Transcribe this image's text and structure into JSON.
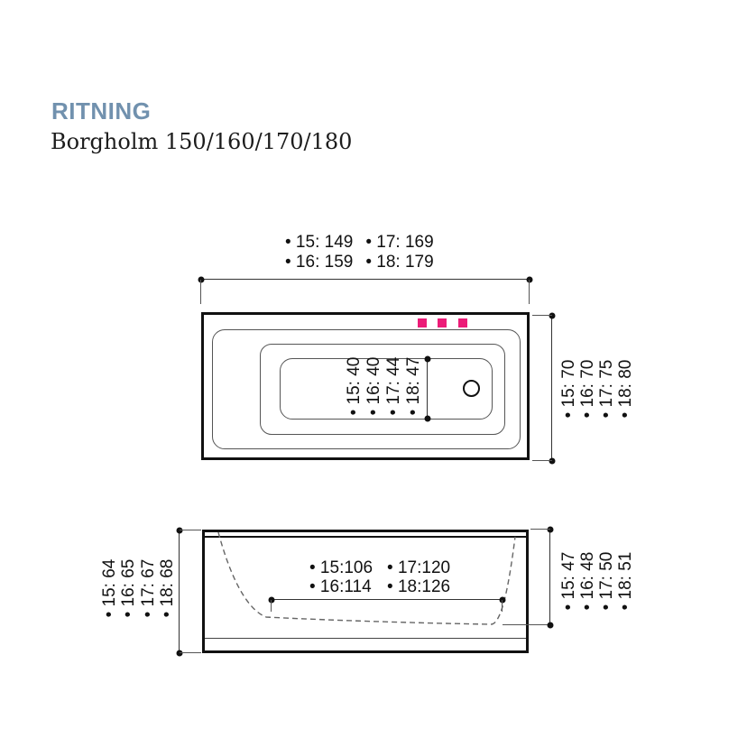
{
  "header": {
    "title": "RITNING",
    "subtitle": "Borgholm 150/160/170/180"
  },
  "colors": {
    "title_blue": "#7191ae",
    "jet_pink": "#ec1c78",
    "line_black": "#111111",
    "line_gray": "#555555"
  },
  "top_view": {
    "jet_marker_count": 3,
    "length_labels": [
      "• 15: 149",
      "• 17: 169",
      "• 16: 159",
      "• 18: 179"
    ],
    "inner_width_labels": [
      "• 15: 40",
      "• 16: 40",
      "• 17: 44",
      "• 18: 47"
    ],
    "width_labels": [
      "• 15: 70",
      "• 16: 70",
      "• 17: 75",
      "• 18: 80"
    ]
  },
  "side_view": {
    "inner_length_labels": [
      "• 15:106",
      "• 17:120",
      "• 16:114",
      "• 18:126"
    ],
    "height_labels": [
      "• 15: 64",
      "• 16: 65",
      "• 17: 67",
      "• 18: 68"
    ],
    "depth_labels": [
      "• 15: 47",
      "• 16: 48",
      "• 17: 50",
      "• 18: 51"
    ]
  }
}
